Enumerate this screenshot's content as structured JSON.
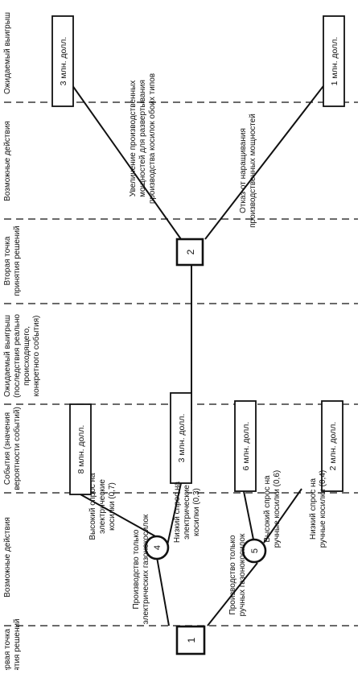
{
  "stages": [
    [
      "Первая точка",
      "принятия решений"
    ],
    [
      "Возможные действия"
    ],
    [
      "События (значения",
      "вероятности событий)"
    ],
    [
      "Ожидаемый выигрыш",
      "(последствия реально",
      "происходящего,",
      "конкретного события)"
    ],
    [
      "Вторая точка",
      "принятия решений"
    ],
    [
      "Возможные действия"
    ],
    [
      "Ожидаемый выигрыш"
    ]
  ],
  "decision_nodes": [
    "1",
    "2"
  ],
  "chance_nodes": [
    "4",
    "5"
  ],
  "actions_first": [
    [
      "Производство только",
      "электрических газонокосилок"
    ],
    [
      "Производство только",
      "ручных газонокосилок"
    ]
  ],
  "events": [
    [
      "Высокий спрос на",
      "электрические",
      "косилки (0,7)"
    ],
    [
      "Низкий спрос на",
      "электрические",
      "косилки (0,3)"
    ],
    [
      "Высокий спрос на",
      "ручные косилки (0,6)"
    ],
    [
      "Низкий спрос на",
      "ручные косилки (0,4)"
    ]
  ],
  "payoffs_first": [
    "8 млн. долл.",
    "3 млн. долл.",
    "6 млн. долл.",
    "2 млн. долл."
  ],
  "actions_second": [
    [
      "Увеличение производственных",
      "мощностей для развертывания",
      "производства косилок обоих типов"
    ],
    [
      "Отказ от наращивания",
      "производственных мощностей"
    ]
  ],
  "payoffs_second": [
    "3 млн. долл.",
    "1 млн. долл."
  ]
}
